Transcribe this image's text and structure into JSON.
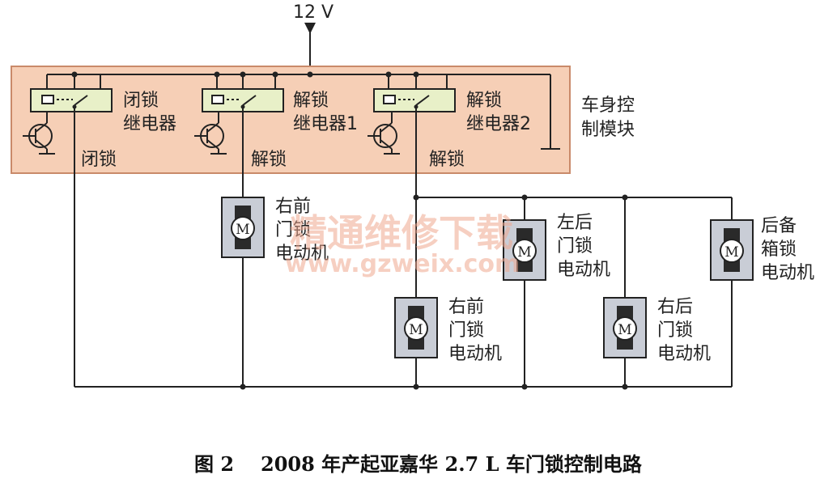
{
  "supply_label": "12 V",
  "module_label": [
    "车身控",
    "制模块"
  ],
  "relays": [
    {
      "id": "lock",
      "name": [
        "闭锁",
        "继电器"
      ]
    },
    {
      "id": "unlock1",
      "name": [
        "解锁",
        "继电器1"
      ]
    },
    {
      "id": "unlock2",
      "name": [
        "解锁",
        "继电器2"
      ]
    }
  ],
  "output_labels": [
    "闭锁",
    "解锁",
    "解锁"
  ],
  "motors": [
    {
      "id": "front-right-upper",
      "label": [
        "右前",
        "门锁",
        "电动机"
      ]
    },
    {
      "id": "front-right-lower",
      "label": [
        "右前",
        "门锁",
        "电动机"
      ]
    },
    {
      "id": "rear-left",
      "label": [
        "左后",
        "门锁",
        "电动机"
      ]
    },
    {
      "id": "rear-right",
      "label": [
        "右后",
        "门锁",
        "电动机"
      ]
    },
    {
      "id": "trunk",
      "label": [
        "后备",
        "箱锁",
        "电动机"
      ]
    }
  ],
  "motor_symbol": "M",
  "watermark": {
    "cn": "精通维修下载",
    "url": "www.gzweix.com"
  },
  "caption": {
    "fig": "图 2",
    "text": "2008 年产起亚嘉华 2.7 L 车门锁控制电路"
  },
  "colors": {
    "module_fill": "#f6cfb6",
    "module_stroke": "#c98a6a",
    "wire": "#222222",
    "relay_fill": "#e8f0c8",
    "motor_housing": "#c9cdd6",
    "watermark": "#f0a890"
  }
}
